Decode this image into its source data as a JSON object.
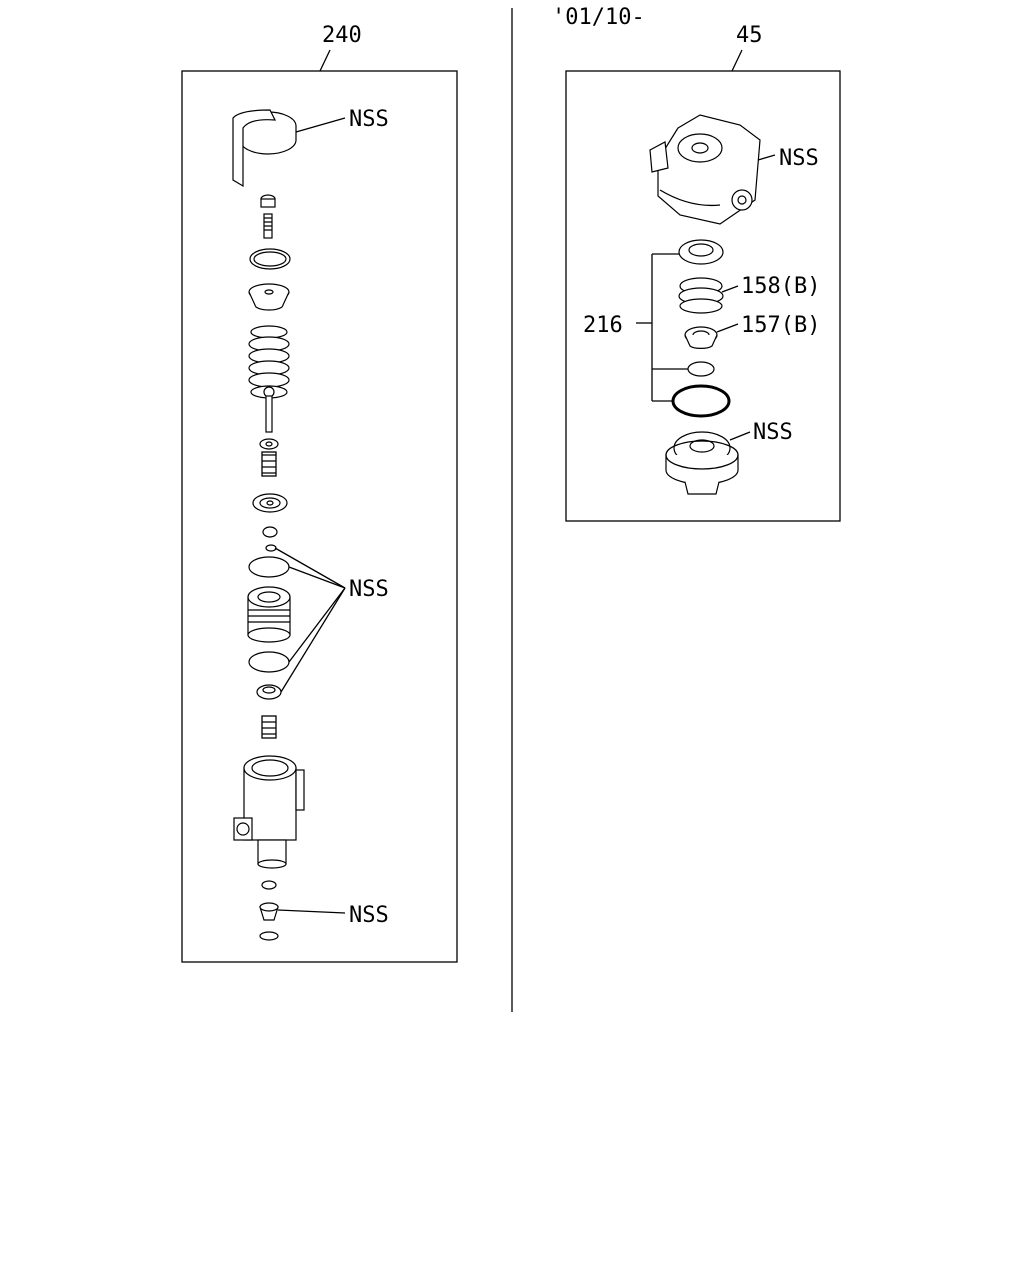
{
  "header": {
    "date_code": "'01/10-"
  },
  "left_panel": {
    "ref_number": "240",
    "callouts": {
      "top_cap": "NSS",
      "seal_group": "NSS",
      "bottom_plug": "NSS"
    }
  },
  "right_panel": {
    "ref_number": "45",
    "callouts": {
      "housing": "NSS",
      "kit": "216",
      "spring": "158(B)",
      "valve": "157(B)",
      "base": "NSS"
    }
  },
  "colors": {
    "line": "#000000",
    "background": "#ffffff"
  }
}
